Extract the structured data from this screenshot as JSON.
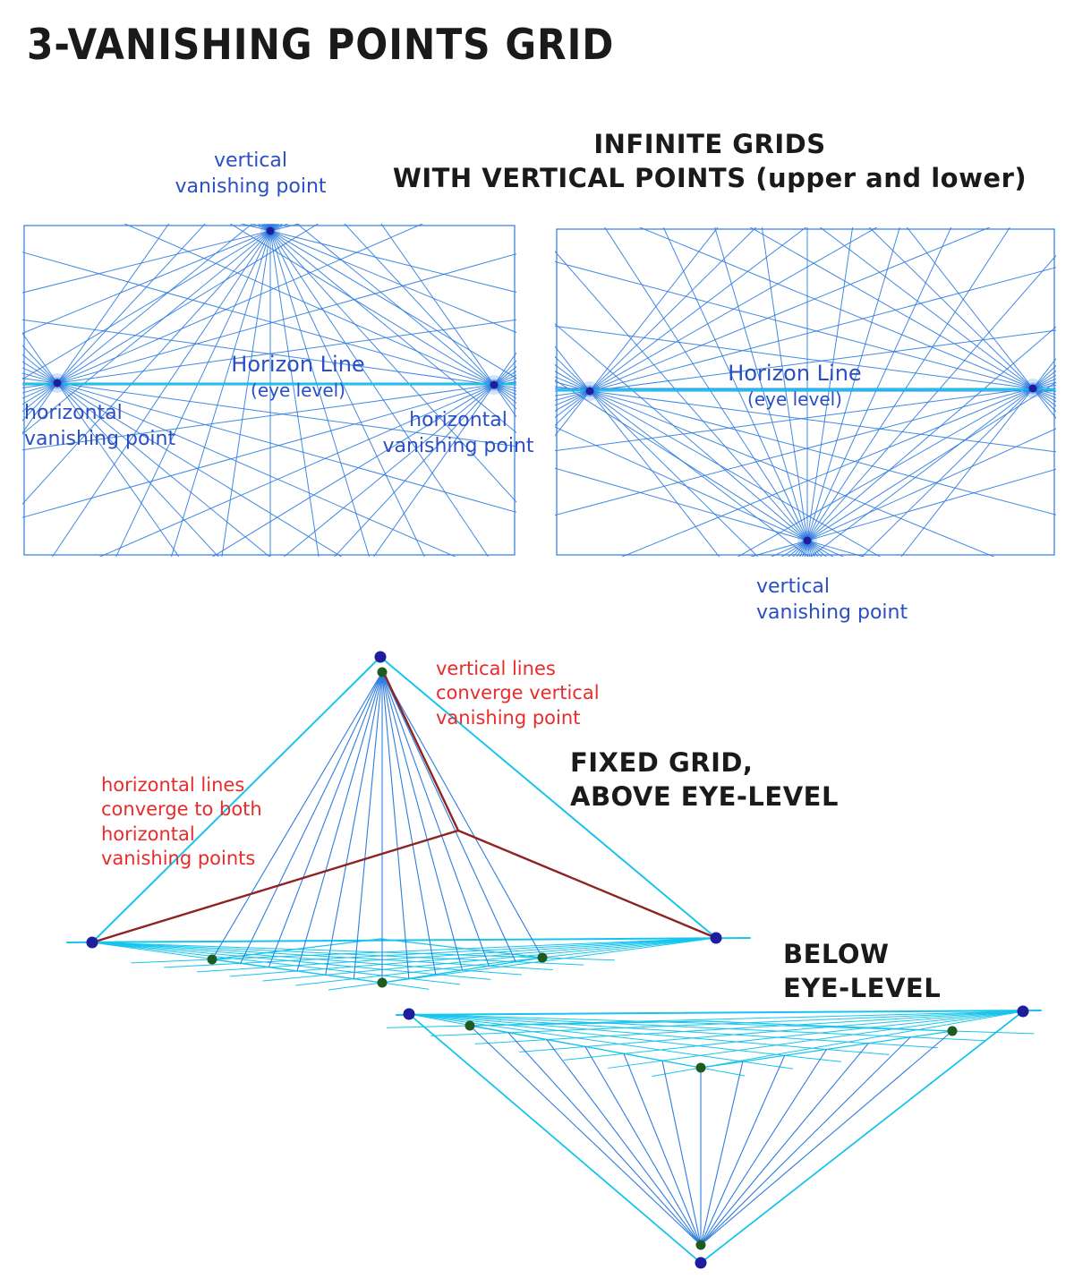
{
  "title": "3-VANISHING POINTS GRID",
  "headings": {
    "infinite_grids_l1": "INFINITE GRIDS",
    "infinite_grids_l2": "WITH VERTICAL POINTS (upper and lower)",
    "fixed_grid_l1": "FIXED GRID,",
    "fixed_grid_l2": "ABOVE EYE-LEVEL",
    "below_l1": "BELOW",
    "below_l2": "EYE-LEVEL"
  },
  "labels": {
    "vertical_vp_l1": "vertical",
    "vertical_vp_l2": "vanishing point",
    "horizontal_vp_l1": "horizontal",
    "horizontal_vp_l2": "vanishing point",
    "horizon_l1": "Horizon Line",
    "horizon_l2": "(eye level)",
    "red_vertical_l1": "vertical lines",
    "red_vertical_l2": "converge vertical",
    "red_vertical_l3": "vanishing point",
    "red_horizontal_l1": "horizontal lines",
    "red_horizontal_l2": "converge to both",
    "red_horizontal_l3": "horizontal",
    "red_horizontal_l4": "vanishing points"
  },
  "colors": {
    "grid_blue": "#2e7ce0",
    "horizon_cyan": "#17c5ec",
    "label_blue": "#2a4fc4",
    "heading_black": "#1a1a1a",
    "red_label": "#e82c2c",
    "dark_red_line": "#8e2323",
    "dot_navy": "#1d1d9e",
    "dot_green": "#1e5b1e"
  }
}
